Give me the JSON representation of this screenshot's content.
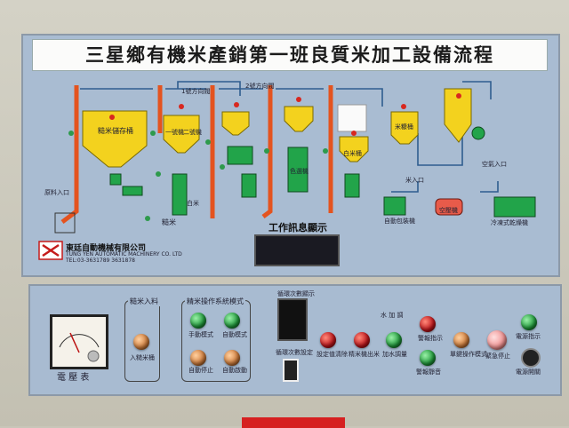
{
  "panel_title": "三星鄉有機米產銷第一班良質米加工設備流程",
  "display_label": "工作訊息顯示",
  "company": {
    "name_zh": "東廷自動機械有限公司",
    "name_en": "TUNG YEN AUTOMATIC MACHINERY CO. LTD",
    "tel": "TEL:03-3631789  3631878"
  },
  "diagram_labels": {
    "paddy_silo": "糙米儲存桶",
    "brown_rice": "糙米",
    "white_rice": "白米",
    "machine_1": "一號機",
    "machine_2": "二號機",
    "dir_1": "1號方向閥",
    "dir_2": "2號方向閥",
    "color_sorter": "色選機",
    "white_tank": "白米桶",
    "rice_tank": "米糠桶",
    "auto_pack": "自動包裝機",
    "air_in": "空氣入口",
    "blower": "空壓機",
    "dryer": "冷凍式乾燥機",
    "rice_in": "米入口",
    "paddy_in": "原料入口"
  },
  "controls": {
    "voltmeter_label": "電 壓 表",
    "rice_input_group": "糙米入料",
    "rice_input_btn": "入糙米桶",
    "ops_group": "精米操作系統模式",
    "manual_mode": "手動模式",
    "auto_mode": "自動模式",
    "auto_stop": "自動停止",
    "auto_start": "自動啟動",
    "cycle_display": "循環次數顯示",
    "cycle_set": "循環次數設定",
    "set_clear": "設定值清除",
    "rice_out": "精米機出米",
    "water_label": "水 加 調",
    "add_water": "加水調量",
    "alarm_light": "警報指示",
    "alarm_silence": "警報靜音",
    "bran_mode": "單鍵操作模式",
    "emergency": "緊急停止",
    "power_light": "電源指示",
    "power_switch": "電源開關"
  }
}
